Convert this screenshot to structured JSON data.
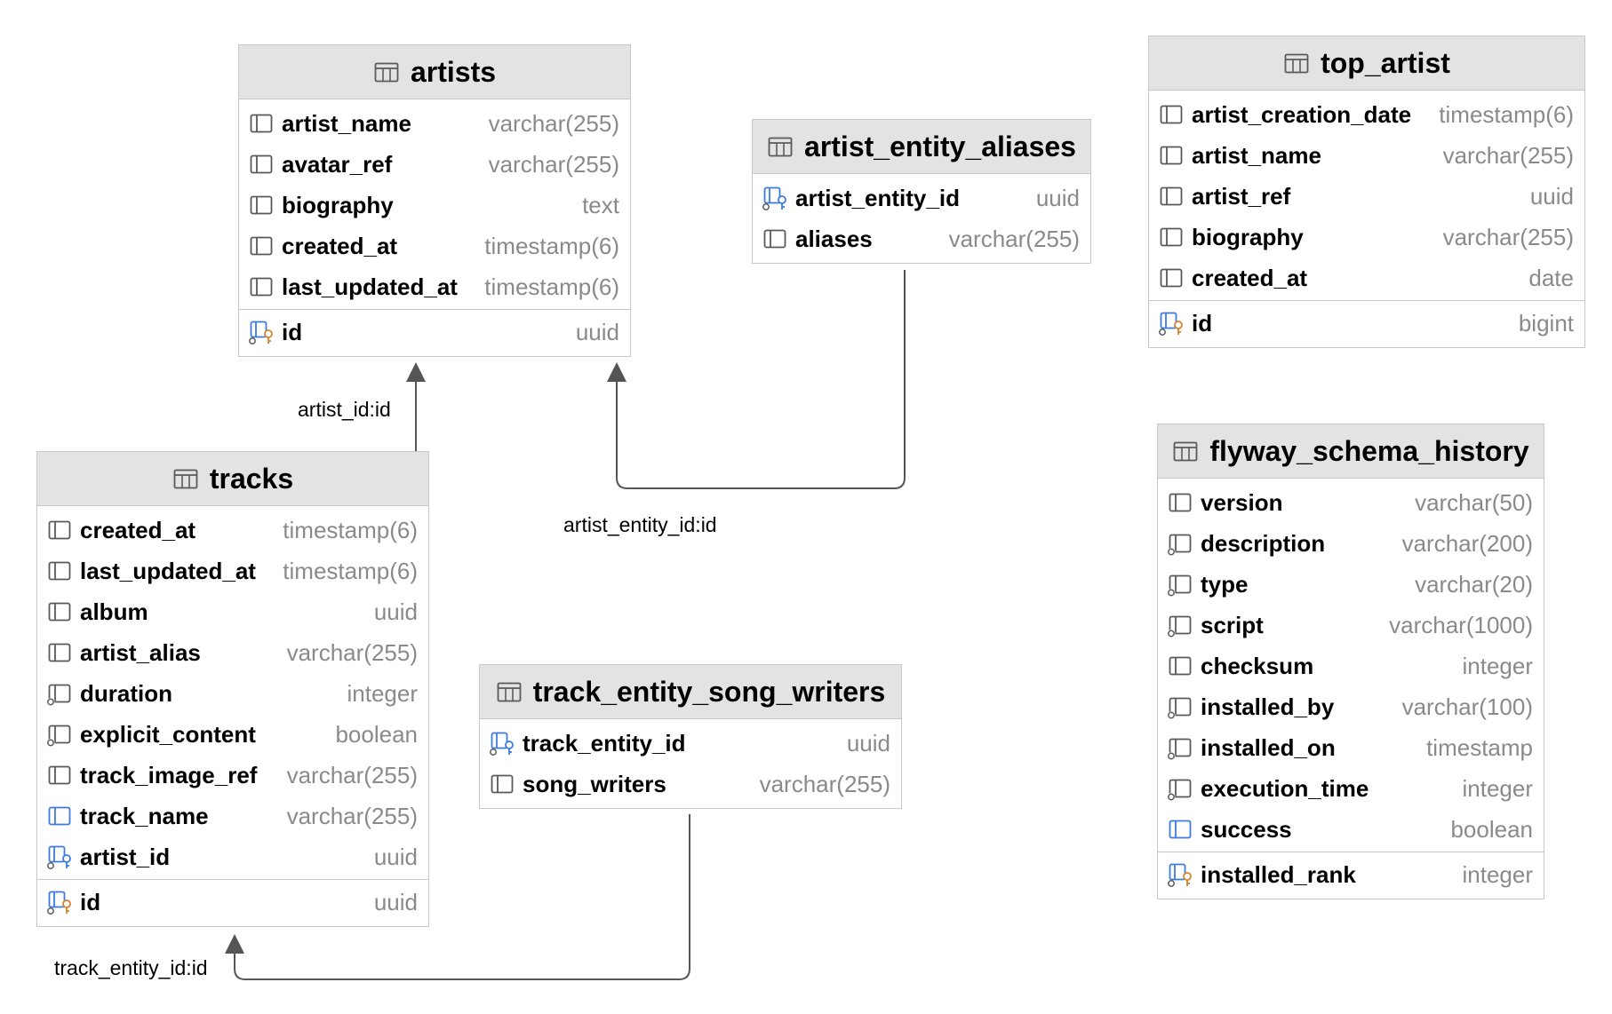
{
  "tables": {
    "artists": {
      "title": "artists",
      "columns": [
        {
          "name": "artist_name",
          "type": "varchar(255)",
          "icon": "column-icon"
        },
        {
          "name": "avatar_ref",
          "type": "varchar(255)",
          "icon": "column-icon"
        },
        {
          "name": "biography",
          "type": "text",
          "icon": "column-icon"
        },
        {
          "name": "created_at",
          "type": "timestamp(6)",
          "icon": "column-icon"
        },
        {
          "name": "last_updated_at",
          "type": "timestamp(6)",
          "icon": "column-icon"
        }
      ],
      "keys": [
        {
          "name": "id",
          "type": "uuid",
          "icon": "primary-key-icon"
        }
      ]
    },
    "artist_entity_aliases": {
      "title": "artist_entity_aliases",
      "columns": [
        {
          "name": "artist_entity_id",
          "type": "uuid",
          "icon": "foreign-key-icon"
        },
        {
          "name": "aliases",
          "type": "varchar(255)",
          "icon": "column-icon"
        }
      ],
      "keys": []
    },
    "top_artist": {
      "title": "top_artist",
      "columns": [
        {
          "name": "artist_creation_date",
          "type": "timestamp(6)",
          "icon": "column-icon"
        },
        {
          "name": "artist_name",
          "type": "varchar(255)",
          "icon": "column-icon"
        },
        {
          "name": "artist_ref",
          "type": "uuid",
          "icon": "column-icon"
        },
        {
          "name": "biography",
          "type": "varchar(255)",
          "icon": "column-icon"
        },
        {
          "name": "created_at",
          "type": "date",
          "icon": "column-icon"
        }
      ],
      "keys": [
        {
          "name": "id",
          "type": "bigint",
          "icon": "primary-key-icon"
        }
      ]
    },
    "flyway_schema_history": {
      "title": "flyway_schema_history",
      "columns": [
        {
          "name": "version",
          "type": "varchar(50)",
          "icon": "column-icon"
        },
        {
          "name": "description",
          "type": "varchar(200)",
          "icon": "not-null-column-icon"
        },
        {
          "name": "type",
          "type": "varchar(20)",
          "icon": "not-null-column-icon"
        },
        {
          "name": "script",
          "type": "varchar(1000)",
          "icon": "not-null-column-icon"
        },
        {
          "name": "checksum",
          "type": "integer",
          "icon": "column-icon"
        },
        {
          "name": "installed_by",
          "type": "varchar(100)",
          "icon": "not-null-column-icon"
        },
        {
          "name": "installed_on",
          "type": "timestamp",
          "icon": "not-null-column-icon"
        },
        {
          "name": "execution_time",
          "type": "integer",
          "icon": "not-null-column-icon"
        },
        {
          "name": "success",
          "type": "boolean",
          "icon": "indexed-column-icon"
        }
      ],
      "keys": [
        {
          "name": "installed_rank",
          "type": "integer",
          "icon": "primary-key-icon"
        }
      ]
    },
    "tracks": {
      "title": "tracks",
      "columns": [
        {
          "name": "created_at",
          "type": "timestamp(6)",
          "icon": "column-icon"
        },
        {
          "name": "last_updated_at",
          "type": "timestamp(6)",
          "icon": "column-icon"
        },
        {
          "name": "album",
          "type": "uuid",
          "icon": "column-icon"
        },
        {
          "name": "artist_alias",
          "type": "varchar(255)",
          "icon": "column-icon"
        },
        {
          "name": "duration",
          "type": "integer",
          "icon": "not-null-column-icon"
        },
        {
          "name": "explicit_content",
          "type": "boolean",
          "icon": "not-null-column-icon"
        },
        {
          "name": "track_image_ref",
          "type": "varchar(255)",
          "icon": "column-icon"
        },
        {
          "name": "track_name",
          "type": "varchar(255)",
          "icon": "indexed-column-icon"
        },
        {
          "name": "artist_id",
          "type": "uuid",
          "icon": "foreign-key-icon"
        }
      ],
      "keys": [
        {
          "name": "id",
          "type": "uuid",
          "icon": "primary-key-icon"
        }
      ]
    },
    "track_entity_song_writers": {
      "title": "track_entity_song_writers",
      "columns": [
        {
          "name": "track_entity_id",
          "type": "uuid",
          "icon": "foreign-key-icon"
        },
        {
          "name": "song_writers",
          "type": "varchar(255)",
          "icon": "column-icon"
        }
      ],
      "keys": []
    }
  },
  "relations": [
    {
      "label": "artist_id:id",
      "from": "tracks",
      "to": "artists"
    },
    {
      "label": "artist_entity_id:id",
      "from": "artist_entity_aliases",
      "to": "artists"
    },
    {
      "label": "track_entity_id:id",
      "from": "track_entity_song_writers",
      "to": "tracks"
    }
  ],
  "colors": {
    "header_bg": "#e3e3e3",
    "border": "#c8c8c8",
    "type_text": "#8a8a8a",
    "key_orange": "#d9822b",
    "key_blue": "#3d7be0",
    "line": "#555555"
  }
}
